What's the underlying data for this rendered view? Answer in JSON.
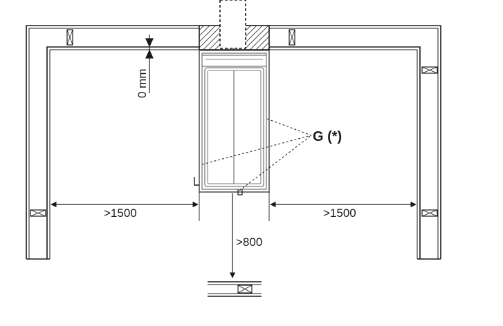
{
  "labels": {
    "clearance_top": "0 mm",
    "clearance_left": ">1500",
    "clearance_right": ">1500",
    "clearance_front": ">800",
    "gap_marker": "G (*)"
  },
  "colors": {
    "line": "#1a1a1a",
    "appliance": "#555555",
    "background": "#ffffff"
  }
}
